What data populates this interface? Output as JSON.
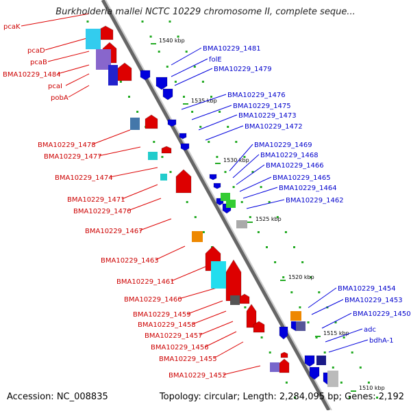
{
  "title": "Burkholderia mallei NCTC 10229 chromosome II, complete seque...",
  "footer": {
    "accession": "Accession: NC_008835",
    "summary": "Topology: circular; Length: 2,284,095 bp; Genes: 2,192"
  },
  "ticks": [
    "1540 kbp",
    "1535 kbp",
    "1530 kbp",
    "1525 kbp",
    "1520 kbp",
    "1515 kbp",
    "1510 kbp"
  ],
  "left_labels": [
    "pcaK",
    "pcaD",
    "pcaB",
    "BMA10229_1484",
    "pcaI",
    "pobA",
    "BMA10229_1478",
    "BMA10229_1477",
    "BMA10229_1474",
    "BMA10229_1471",
    "BMA10229_1470",
    "BMA10229_1467",
    "BMA10229_1463",
    "BMA10229_1461",
    "BMA10229_1460",
    "BMA10229_1459",
    "BMA10229_1458",
    "BMA10229_1457",
    "BMA10229_1456",
    "BMA10229_1455",
    "BMA10229_1452"
  ],
  "right_labels": [
    "BMA10229_1481",
    "folE",
    "BMA10229_1479",
    "BMA10229_1476",
    "BMA10229_1475",
    "BMA10229_1473",
    "BMA10229_1472",
    "BMA10229_1469",
    "BMA10229_1468",
    "BMA10229_1466",
    "BMA10229_1465",
    "BMA10229_1464",
    "BMA10229_1462",
    "BMA10229_1454",
    "BMA10229_1453",
    "BMA10229_1450",
    "adc",
    "bdhA-1"
  ],
  "colors": {
    "reverse_strand": "#dd0000",
    "forward_strand": "#0000dd",
    "backbone": "#888888",
    "tick": "#22aa22"
  }
}
